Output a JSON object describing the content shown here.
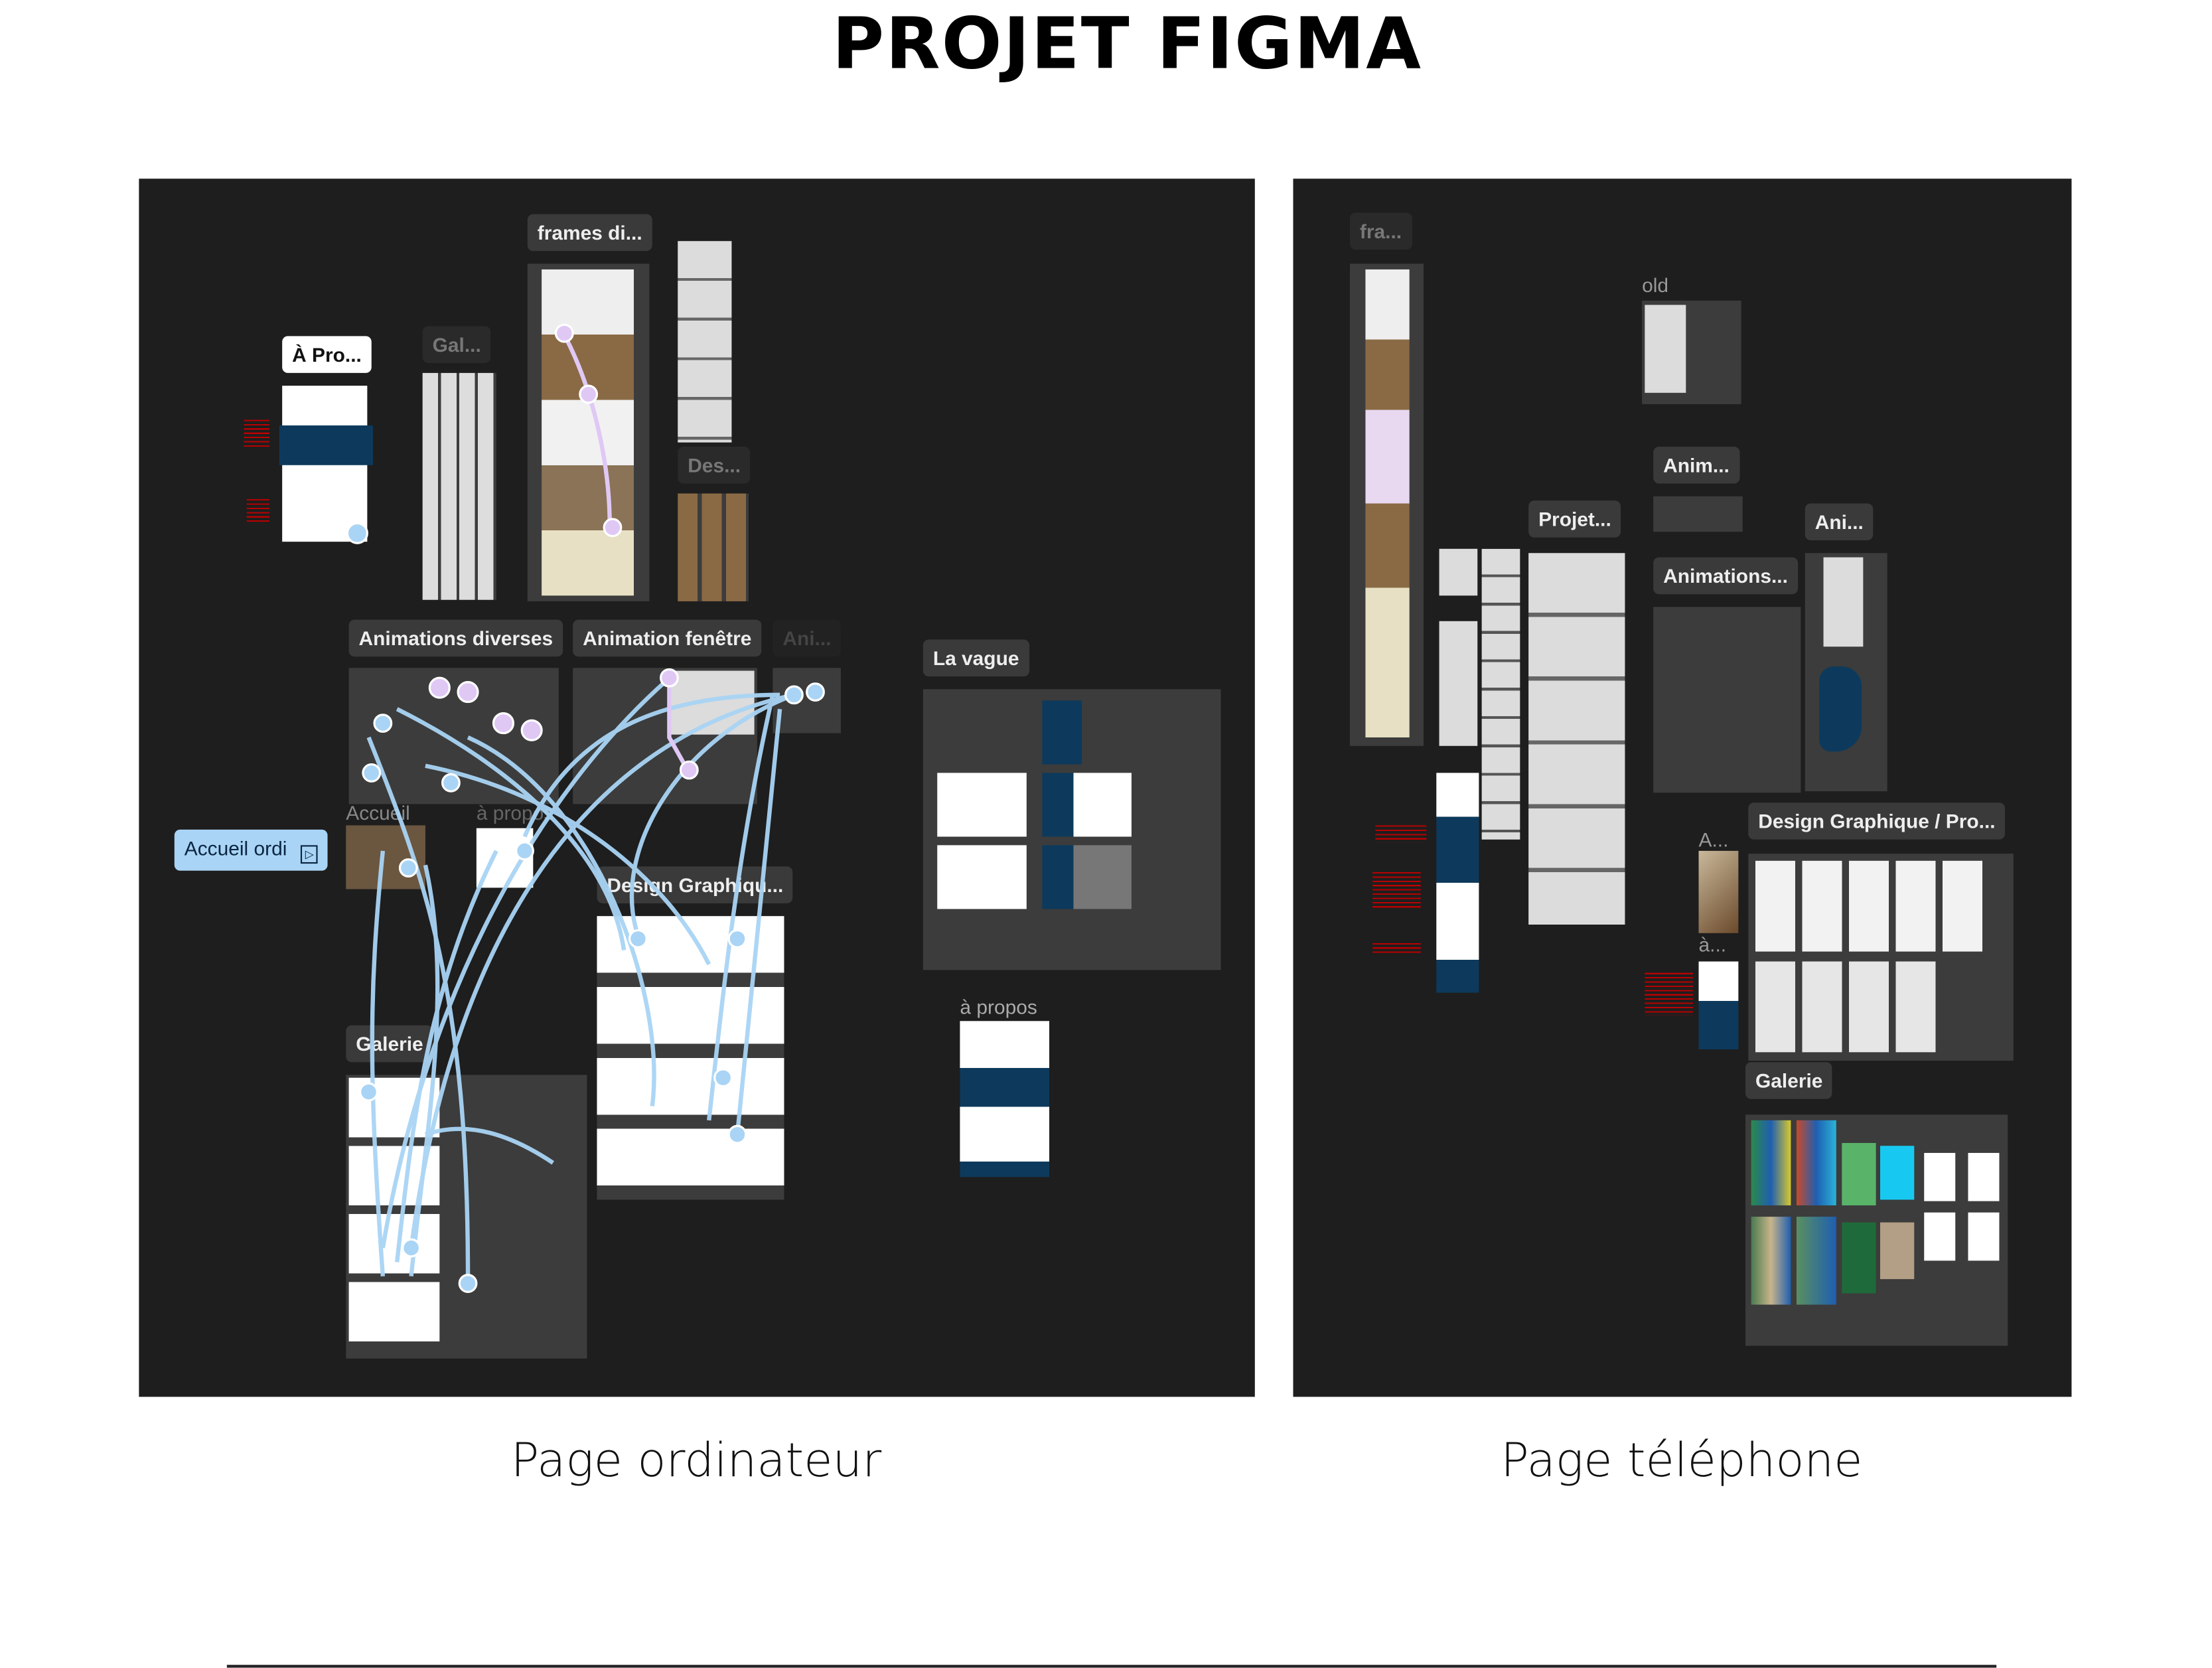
{
  "title": "PROJET FIGMA",
  "left_panel": {
    "caption": "Page ordinateur",
    "labels": {
      "a_propos_frame": "À Pro...",
      "galerie_short": "Gal...",
      "frames_di": "frames di...",
      "des": "Des...",
      "animations_diverses": "Animations diverses",
      "animation_fenetre": "Animation fenêtre",
      "ani": "Ani...",
      "la_vague": "La vague",
      "accueil": "Accueil",
      "a_propos_small": "à propos",
      "a_propos_bottom": "à propos",
      "design_graphique": "Design Graphiqu...",
      "galerie": "Galerie",
      "accueil_ordi": "Accueil ordi"
    },
    "icons": {
      "prototype_start": "play-frame-icon"
    },
    "accent_color": "#a9d4f5"
  },
  "right_panel": {
    "caption": "Page téléphone",
    "labels": {
      "fra": "fra...",
      "old": "old",
      "anim": "Anim...",
      "projet": "Projet...",
      "ani": "Ani...",
      "animations": "Animations...",
      "design_graphique_pro": "Design Graphique / Pro...",
      "a_short": "A...",
      "a_lower": "à...",
      "galerie": "Galerie"
    }
  }
}
